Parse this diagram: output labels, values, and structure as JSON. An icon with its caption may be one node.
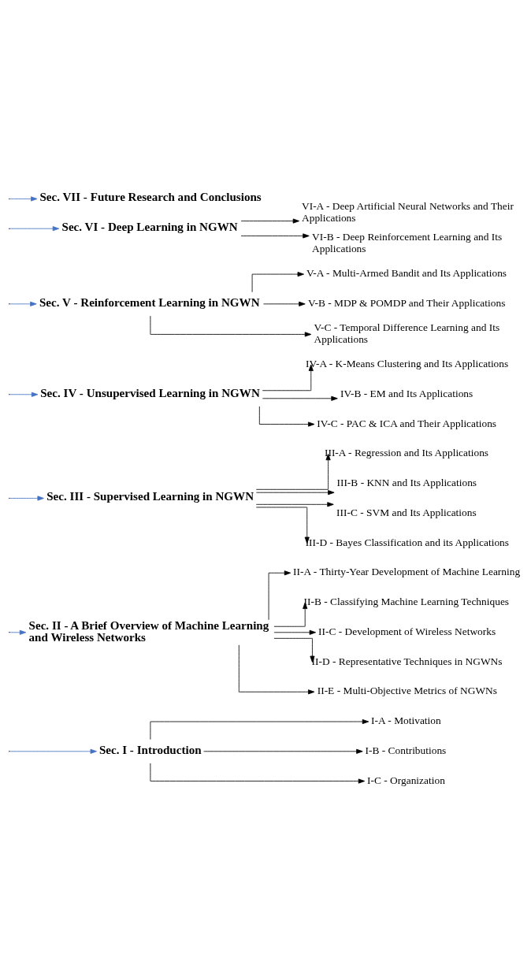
{
  "diagram": {
    "nodes": [
      {
        "text": [
          "Sec. I - Introduction"
        ]
      },
      {
        "text": [
          "I-A - Motivation"
        ]
      },
      {
        "text": [
          "I-B - Contributions"
        ]
      },
      {
        "text": [
          "I-C - Organization"
        ]
      },
      {
        "text": [
          "Sec. II - A Brief Overview of Machine Learning and Wireless Networks"
        ]
      },
      {
        "text": [
          "II-A - Thirty-Year Development of Machine Learning"
        ]
      },
      {
        "text": [
          "II-B - Classifying Machine Learning Techniques"
        ]
      },
      {
        "text": [
          "II-C - Development of Wireless Networks"
        ]
      },
      {
        "text": [
          "II-D - Representative Techniques in NGWNs"
        ]
      },
      {
        "text": [
          "II-E - Multi-Objective Metrics of NGWNs"
        ]
      },
      {
        "text": [
          "Sec. III - Supervised Learning in NGWN"
        ]
      },
      {
        "text": [
          "III-A - Regression and Its Applications"
        ]
      },
      {
        "text": [
          "III-B - KNN and Its Applications"
        ]
      },
      {
        "text": [
          "III-C - SVM and Its Applications"
        ]
      },
      {
        "text": [
          "III-D - Bayes Classification and its Applications"
        ]
      },
      {
        "text": [
          "Sec. IV - Unsupervised Learning in NGWN"
        ]
      },
      {
        "text": [
          "IV-A - K-Means Clustering and Its Applications"
        ]
      },
      {
        "text": [
          "IV-B - EM and Its Applications"
        ]
      },
      {
        "text": [
          "IV-C - PAC & ICA and Their Applications"
        ]
      },
      {
        "text": [
          "Sec. V - Reinforcement Learning in NGWN"
        ]
      },
      {
        "text": [
          "V-A - Multi-Armed Bandit and Its Applications"
        ]
      },
      {
        "text": [
          "V-B - MDP & POMDP and Their Applications"
        ]
      },
      {
        "text": [
          "V-C - Temporal Difference Learning and Its Applications"
        ]
      },
      {
        "text": [
          "Sec. VI - Deep Learning in NGWN"
        ]
      },
      {
        "text": [
          "VI-A - Deep Artificial Neural Networks and Their Applications"
        ]
      },
      {
        "text": [
          "VI-B - Deep Reinforcement Learning and Its Applications"
        ]
      },
      {
        "text": [
          "Sec. VII - Future Research and Conclusions"
        ]
      }
    ],
    "edges": [
      {
        "from": null,
        "to": 0,
        "arrow": "to",
        "color": "#4472c4"
      },
      {
        "from": 0,
        "to": 1,
        "arrow": "to"
      },
      {
        "from": 0,
        "to": 2,
        "arrow": "to"
      },
      {
        "from": 0,
        "to": 3,
        "arrow": "to"
      },
      {
        "from": null,
        "to": 4,
        "arrow": "to",
        "color": "#4472c4"
      },
      {
        "from": 4,
        "to": 5,
        "arrow": "to"
      },
      {
        "from": 4,
        "to": 6,
        "arrow": "to"
      },
      {
        "from": 4,
        "to": 7,
        "arrow": "to"
      },
      {
        "from": 4,
        "to": 8,
        "arrow": "to"
      },
      {
        "from": 4,
        "to": 9,
        "arrow": "to"
      },
      {
        "from": null,
        "to": 10,
        "arrow": "to",
        "color": "#4472c4"
      },
      {
        "from": 10,
        "to": 11,
        "arrow": "to"
      },
      {
        "from": 10,
        "to": 12,
        "arrow": "to"
      },
      {
        "from": 10,
        "to": 13,
        "arrow": "to"
      },
      {
        "from": 10,
        "to": 14,
        "arrow": "to"
      },
      {
        "from": null,
        "to": 15,
        "arrow": "to",
        "color": "#4472c4"
      },
      {
        "from": 15,
        "to": 16,
        "arrow": "to"
      },
      {
        "from": 15,
        "to": 17,
        "arrow": "to"
      },
      {
        "from": 15,
        "to": 18,
        "arrow": "to"
      },
      {
        "from": null,
        "to": 19,
        "arrow": "to",
        "color": "#4472c4"
      },
      {
        "from": 19,
        "to": 20,
        "arrow": "to"
      },
      {
        "from": 19,
        "to": 21,
        "arrow": "to"
      },
      {
        "from": 19,
        "to": 22,
        "arrow": "to"
      },
      {
        "from": null,
        "to": 23,
        "arrow": "to",
        "color": "#4472c4"
      },
      {
        "from": 23,
        "to": 24,
        "arrow": "to"
      },
      {
        "from": 23,
        "to": 25,
        "arrow": "to"
      },
      {
        "from": null,
        "to": 26,
        "arrow": "to",
        "color": "#4472c4"
      }
    ]
  }
}
